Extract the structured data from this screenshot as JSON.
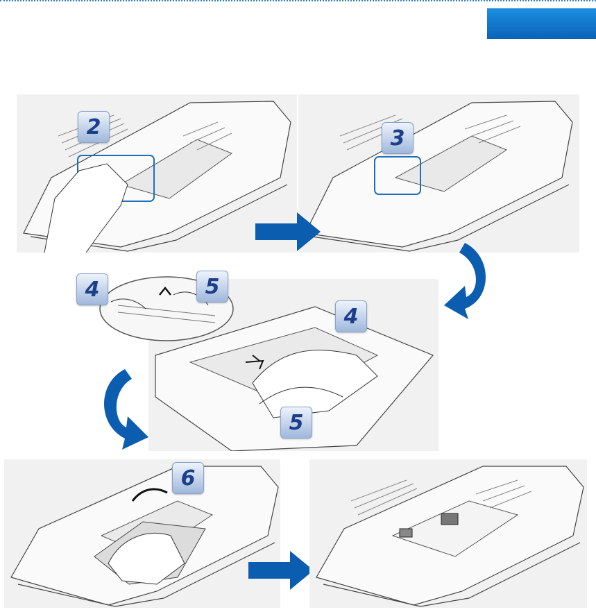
{
  "steps": [
    {
      "id": "step2",
      "label": "2"
    },
    {
      "id": "step3",
      "label": "3"
    },
    {
      "id": "step4a",
      "label": "4"
    },
    {
      "id": "step5a",
      "label": "5"
    },
    {
      "id": "step4b",
      "label": "4"
    },
    {
      "id": "step5b",
      "label": "5"
    },
    {
      "id": "step6",
      "label": "6"
    }
  ],
  "colors": {
    "accent": "#0a5fb0",
    "arrow": "#0b5db0",
    "highlight_box": "#1e6fb8",
    "dotted_rule": "#2a7fc8"
  },
  "icons": [
    "arrow-right-icon",
    "curved-arrow-down-icon",
    "curved-arrow-left-icon",
    "lift-arrow-icon"
  ]
}
